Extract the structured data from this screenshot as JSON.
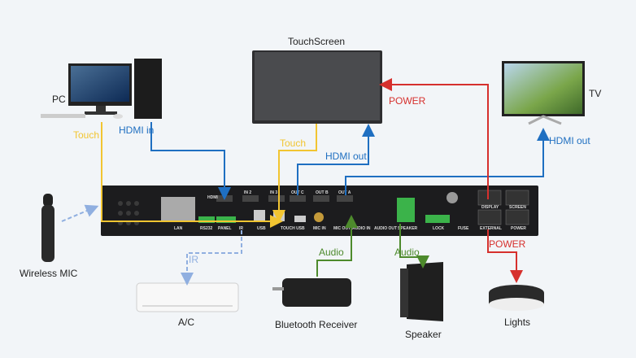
{
  "colors": {
    "touch": "#f2c531",
    "hdmi": "#1f6fc1",
    "power": "#d6302d",
    "audio": "#4d8a2c",
    "ir": "#90afe0",
    "device": "#1c1c1e"
  },
  "devices": {
    "touchscreen": "TouchScreen",
    "pc": "PC",
    "tv": "TV",
    "wireless_mic": "Wireless MIC",
    "ac": "A/C",
    "bluetooth": "Bluetooth Receiver",
    "speaker": "Speaker",
    "lights": "Lights"
  },
  "connections": {
    "power_screen": "POWER",
    "touch_pc": "Touch",
    "hdmi_in": "HDMI in",
    "touch_screen": "Touch",
    "hdmi_out_screen": "HDMI out",
    "hdmi_out_tv": "HDMI out",
    "ir": "IR",
    "audio_bt": "Audio",
    "audio_speaker": "Audio",
    "power_lights": "POWER"
  },
  "panel": {
    "hdmi": "HDMI",
    "in2": "IN 2",
    "in3": "IN 3",
    "outc": "OUT C",
    "outb": "OUT B",
    "outa": "OUT A",
    "lan": "LAN",
    "rs232": "RS232",
    "panel": "PANEL",
    "ir": "IR",
    "usb": "USB",
    "touch_usb": "TOUCH USB",
    "mic_in": "MIC IN",
    "mic_out": "MIC OUT",
    "audio_in": "AUDIO IN",
    "audio_out": "AUDIO OUT",
    "speaker": "SPEAKER",
    "lock": "LOCK",
    "fuse": "FUSE",
    "display": "DISPLAY",
    "screen": "SCREEN",
    "external": "EXTERNAL",
    "power": "POWER"
  }
}
